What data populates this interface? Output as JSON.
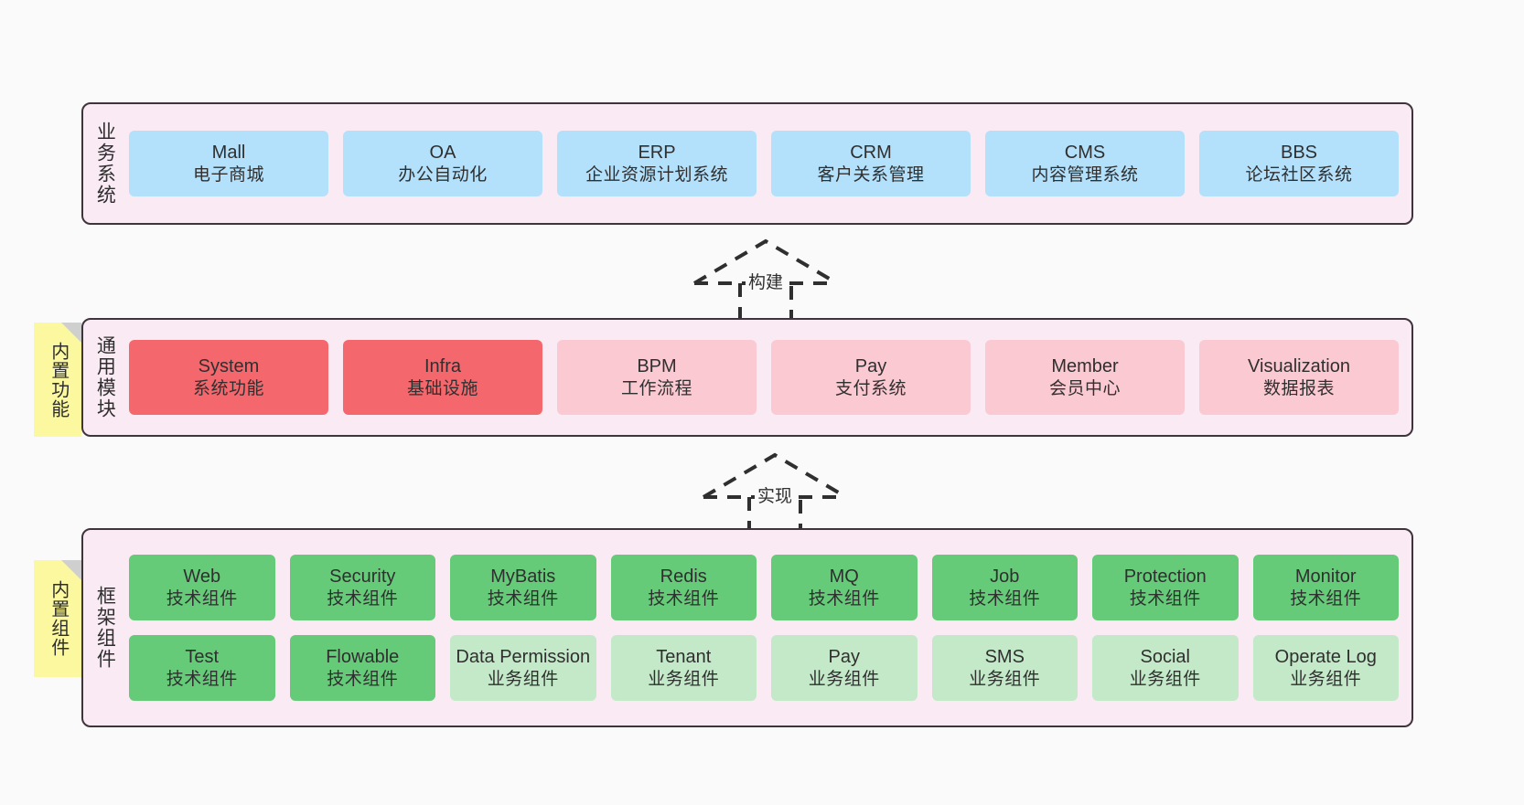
{
  "theme": {
    "band_fill": "#f9eaf4",
    "band_border": "#40343c",
    "sticky_fill": "#fbf8a0",
    "page_background": "#fafafa",
    "color_blue": "#b3e0fb",
    "color_red": "#f4686d",
    "color_pink": "#fbc9d1",
    "color_green": "#66cb79",
    "color_green_light": "#c3e9c8"
  },
  "bands": {
    "business": {
      "label": "业务系统",
      "nodes": [
        {
          "title": "Mall",
          "subtitle": "电子商城"
        },
        {
          "title": "OA",
          "subtitle": "办公自动化"
        },
        {
          "title": "ERP",
          "subtitle": "企业资源计划系统"
        },
        {
          "title": "CRM",
          "subtitle": "客户关系管理"
        },
        {
          "title": "CMS",
          "subtitle": "内容管理系统"
        },
        {
          "title": "BBS",
          "subtitle": "论坛社区系统"
        }
      ]
    },
    "modules": {
      "label": "通用模块",
      "sticky": "内置功能",
      "nodes": [
        {
          "title": "System",
          "subtitle": "系统功能"
        },
        {
          "title": "Infra",
          "subtitle": "基础设施"
        },
        {
          "title": "BPM",
          "subtitle": "工作流程"
        },
        {
          "title": "Pay",
          "subtitle": "支付系统"
        },
        {
          "title": "Member",
          "subtitle": "会员中心"
        },
        {
          "title": "Visualization",
          "subtitle": "数据报表"
        }
      ]
    },
    "framework": {
      "label": "框架组件",
      "sticky": "内置组件",
      "row1": [
        {
          "title": "Web",
          "subtitle": "技术组件"
        },
        {
          "title": "Security",
          "subtitle": "技术组件"
        },
        {
          "title": "MyBatis",
          "subtitle": "技术组件"
        },
        {
          "title": "Redis",
          "subtitle": "技术组件"
        },
        {
          "title": "MQ",
          "subtitle": "技术组件"
        },
        {
          "title": "Job",
          "subtitle": "技术组件"
        },
        {
          "title": "Protection",
          "subtitle": "技术组件"
        },
        {
          "title": "Monitor",
          "subtitle": "技术组件"
        }
      ],
      "row2": [
        {
          "title": "Test",
          "subtitle": "技术组件"
        },
        {
          "title": "Flowable",
          "subtitle": "技术组件"
        },
        {
          "title": "Data Permission",
          "subtitle": "业务组件"
        },
        {
          "title": "Tenant",
          "subtitle": "业务组件"
        },
        {
          "title": "Pay",
          "subtitle": "业务组件"
        },
        {
          "title": "SMS",
          "subtitle": "业务组件"
        },
        {
          "title": "Social",
          "subtitle": "业务组件"
        },
        {
          "title": "Operate Log",
          "subtitle": "业务组件"
        }
      ]
    }
  },
  "connectors": {
    "build": {
      "label": "构建"
    },
    "realize": {
      "label": "实现"
    }
  }
}
